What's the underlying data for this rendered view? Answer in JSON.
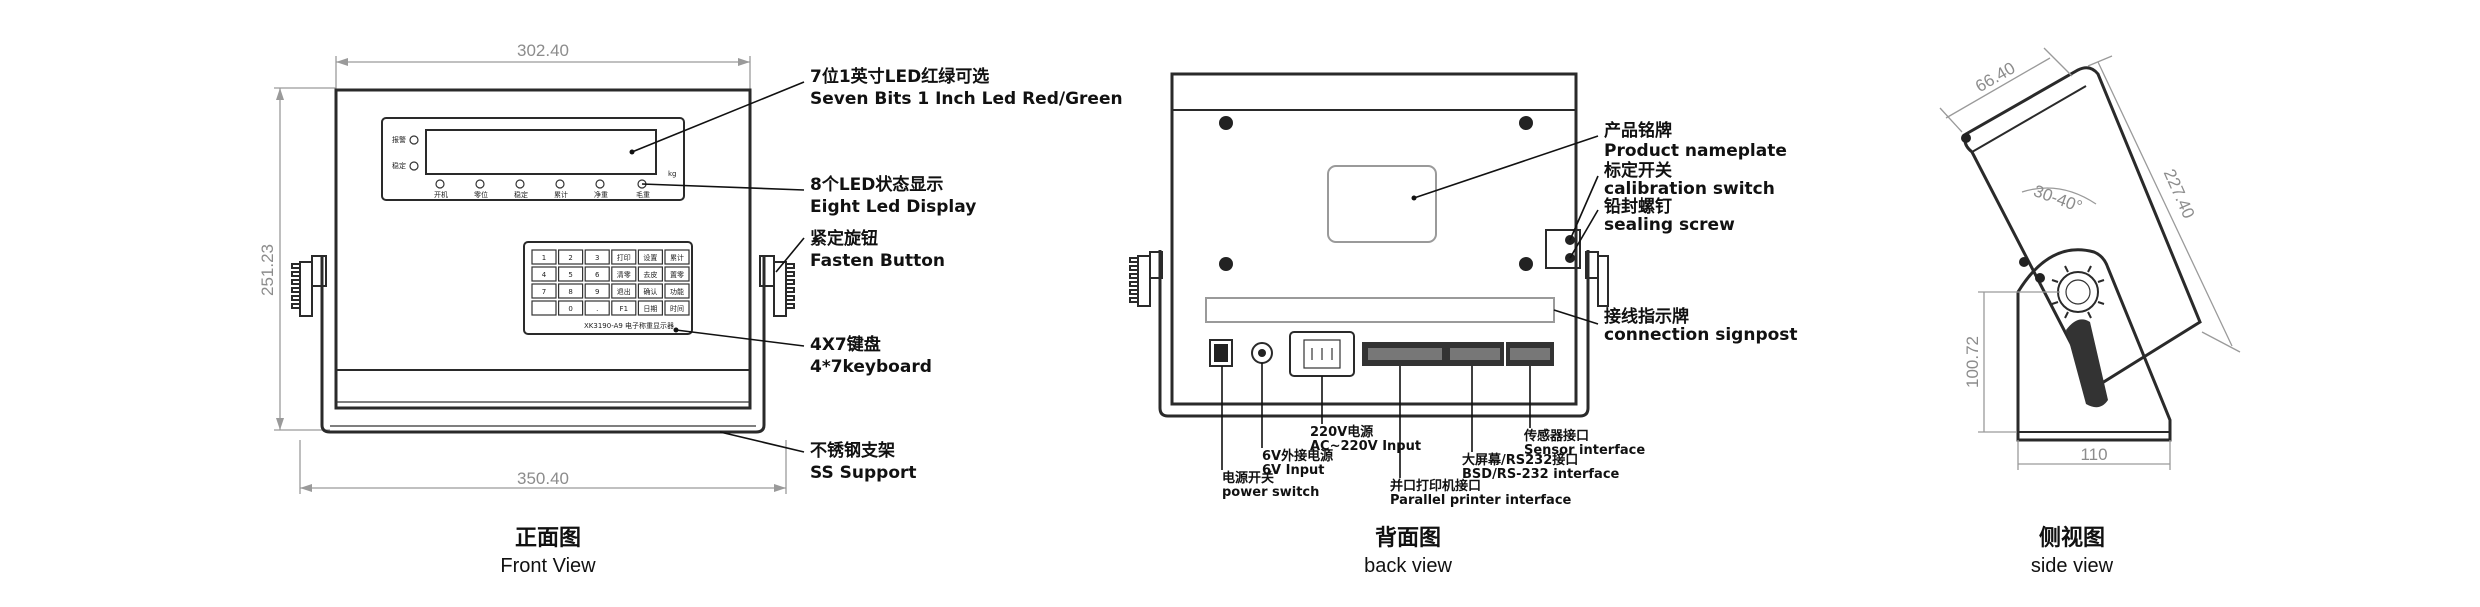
{
  "front": {
    "title_cn": "正面图",
    "title_en": "Front View",
    "dim_top": "302.40",
    "dim_bottom": "350.40",
    "dim_left": "251.23",
    "display_labels": [
      "报警",
      "稳定"
    ],
    "display_unit": "kg",
    "led_labels": [
      "开机",
      "零位",
      "稳定",
      "累计",
      "净重",
      "毛重"
    ],
    "keypad_keys": [
      [
        "1",
        "2",
        "3",
        "打印",
        "设置",
        "累计"
      ],
      [
        "4",
        "5",
        "6",
        "清零",
        "去皮",
        "置零"
      ],
      [
        "7",
        "8",
        "9",
        "退出",
        "确认",
        "功能"
      ],
      [
        "",
        "0",
        ".",
        "F1",
        "日期",
        "时间"
      ]
    ],
    "keypad_caption": "XK3190-A9 电子称重显示器",
    "callouts": [
      {
        "cn": "7位1英寸LED红绿可选",
        "en": "Seven Bits 1 Inch Led Red/Green"
      },
      {
        "cn": "8个LED状态显示",
        "en": "Eight Led Display"
      },
      {
        "cn": "紧定旋钮",
        "en": "Fasten Button"
      },
      {
        "cn": "4X7键盘",
        "en": "4*7keyboard"
      },
      {
        "cn": "不锈钢支架",
        "en": "SS Support"
      }
    ]
  },
  "back": {
    "title_cn": "背面图",
    "title_en": "back view",
    "callouts_right": [
      {
        "cn": "产品铭牌",
        "en": "Product nameplate"
      },
      {
        "cn": "标定开关",
        "en": "calibration switch"
      },
      {
        "cn": "铅封螺钉",
        "en": "sealing screw"
      },
      {
        "cn": "接线指示牌",
        "en": "connection signpost"
      }
    ],
    "callouts_bottom": [
      {
        "cn": "电源开关",
        "en": "power switch"
      },
      {
        "cn": "6V外接电源",
        "en": "6V Input"
      },
      {
        "cn": "220V电源",
        "en": "AC~220V Input"
      },
      {
        "cn": "并口打印机接口",
        "en": "Parallel printer interface"
      },
      {
        "cn": "大屏幕/RS232接口",
        "en": "BSD/RS-232 interface"
      },
      {
        "cn": "传感器接口",
        "en": "Sensor interface"
      }
    ]
  },
  "side": {
    "title_cn": "侧视图",
    "title_en": "side view",
    "dim_top": "66.40",
    "dim_diag": "227.40",
    "dim_angle": "30-40°",
    "dim_height": "100.72",
    "dim_base": "110"
  }
}
